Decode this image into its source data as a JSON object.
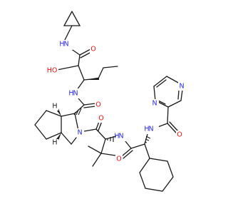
{
  "molecule": {
    "colors": {
      "carbon": "#1a1a1a",
      "nitrogen": "#2a2ad8",
      "oxygen": "#e01010",
      "background": "#ffffff"
    },
    "atoms": [
      {
        "id": "N_cp",
        "label": "N",
        "sub": "H",
        "color": "nitrogen"
      },
      {
        "id": "O_amide1",
        "label": "O",
        "color": "oxygen"
      },
      {
        "id": "O_hydroxy",
        "label": "HO",
        "color": "oxygen"
      },
      {
        "id": "N_amide2",
        "label": "N",
        "sub": "H",
        "color": "nitrogen"
      },
      {
        "id": "O_amide2",
        "label": "O",
        "color": "oxygen"
      },
      {
        "id": "O_amide3",
        "label": "O",
        "color": "oxygen"
      },
      {
        "id": "N_ring",
        "label": "N",
        "color": "nitrogen"
      },
      {
        "id": "N_amide3",
        "label": "N",
        "sub": "H",
        "color": "nitrogen"
      },
      {
        "id": "O_amide4",
        "label": "O",
        "color": "oxygen"
      },
      {
        "id": "N_amide4",
        "label": "N",
        "sub": "H",
        "color": "nitrogen"
      },
      {
        "id": "O_amide5",
        "label": "O",
        "color": "oxygen"
      },
      {
        "id": "N_pyr1",
        "label": "N",
        "color": "nitrogen"
      },
      {
        "id": "N_pyr2",
        "label": "N",
        "color": "nitrogen"
      },
      {
        "id": "H_top",
        "label": "H",
        "color": "carbon"
      },
      {
        "id": "H_bottom",
        "label": "H",
        "color": "carbon"
      }
    ]
  }
}
